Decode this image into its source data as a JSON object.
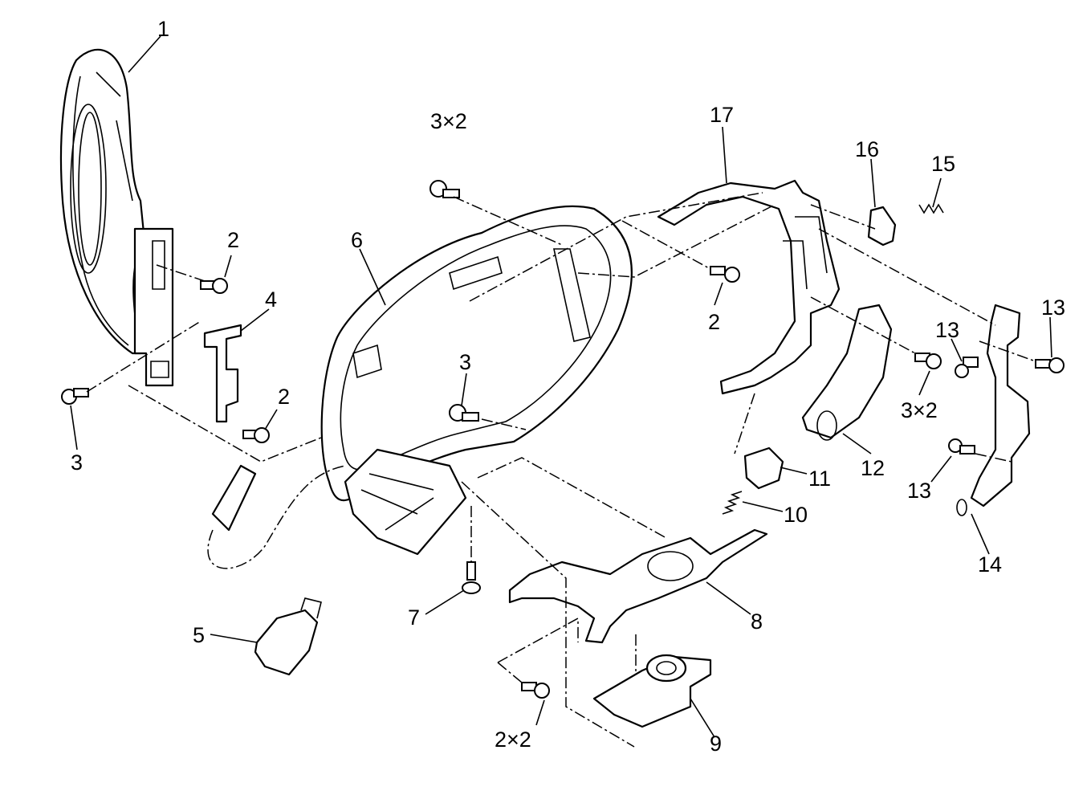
{
  "labels": {
    "p1": "1",
    "p2a": "2",
    "p2b": "2",
    "p2c": "2",
    "p3a": "3",
    "p3b": "3",
    "p3x2a": "3×2",
    "p3x2b": "3×2",
    "p4": "4",
    "p5": "5",
    "p6": "6",
    "p7": "7",
    "p8": "8",
    "p9": "9",
    "p10": "10",
    "p11": "11",
    "p12": "12",
    "p13a": "13",
    "p13b": "13",
    "p13c": "13",
    "p14": "14",
    "p15": "15",
    "p16": "16",
    "p17": "17",
    "p2x2": "2×2"
  }
}
